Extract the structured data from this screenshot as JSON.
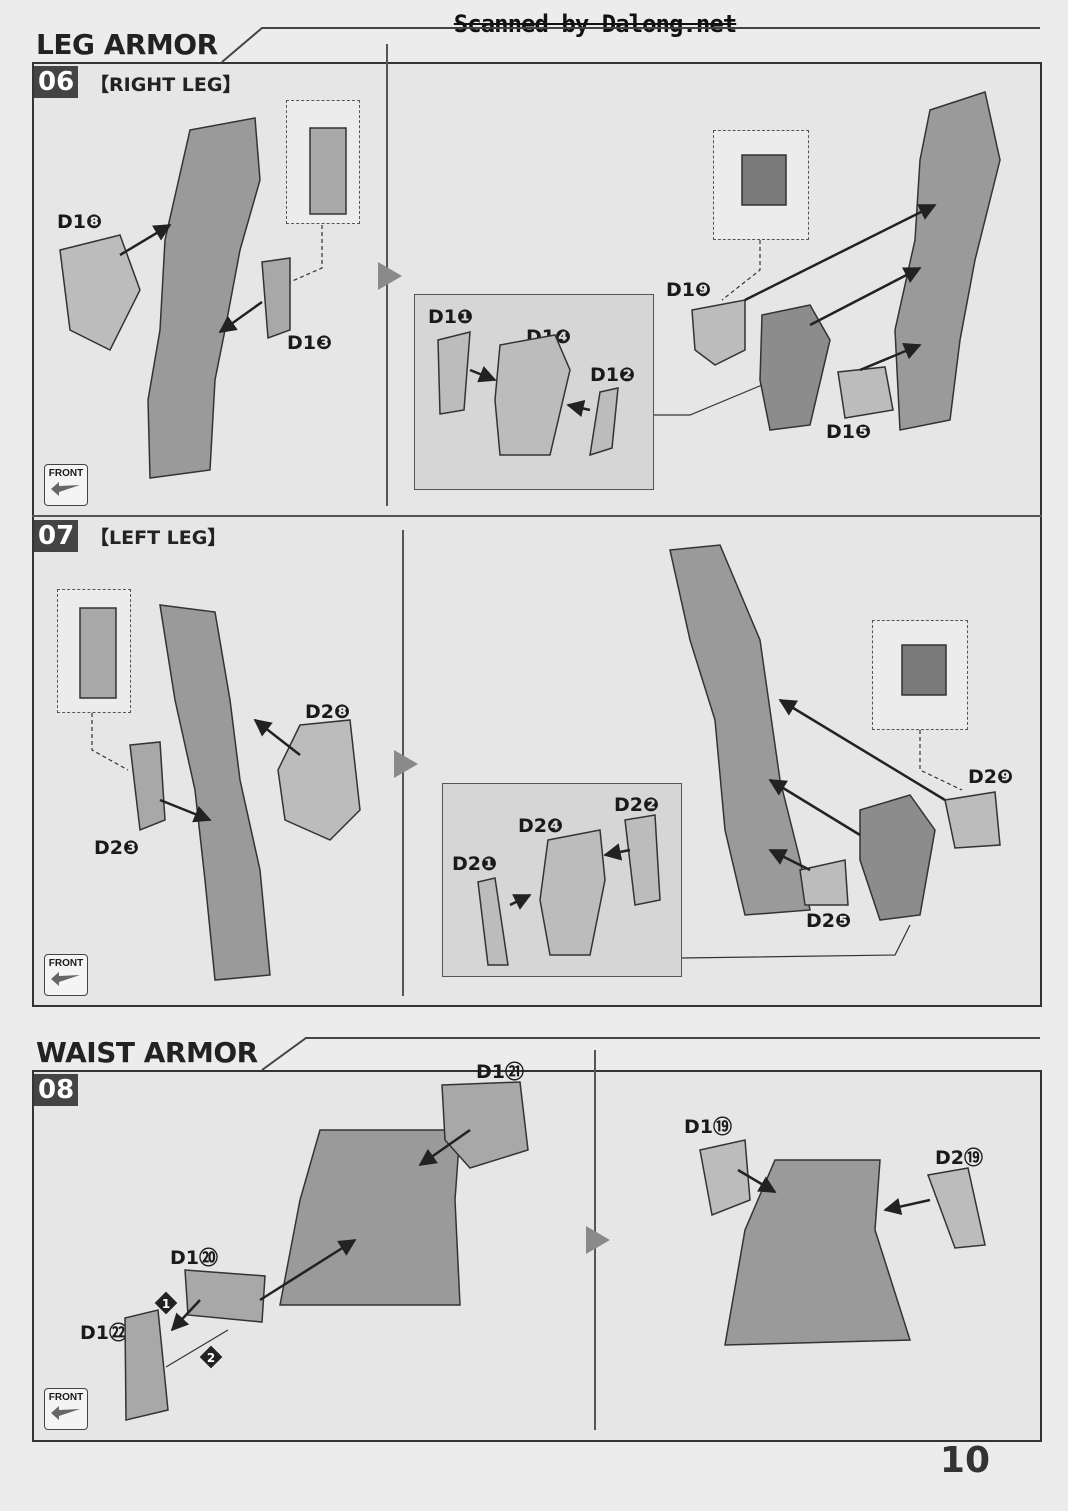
{
  "watermark": "Scanned by Dalong.net",
  "page_number": "10",
  "sections": {
    "leg_armor": {
      "title": "LEG ARMOR"
    },
    "waist_armor": {
      "title": "WAIST ARMOR"
    }
  },
  "steps": {
    "s06": {
      "number": "06",
      "label": "【RIGHT LEG】"
    },
    "s07": {
      "number": "07",
      "label": "【LEFT LEG】"
    },
    "s08": {
      "number": "08"
    }
  },
  "front_label": "FRONT",
  "parts": {
    "s06": [
      "D1❽",
      "D1❸",
      "D1❾",
      "D1❶",
      "D1❹",
      "D1❷",
      "D1❺"
    ],
    "s07": [
      "D2❽",
      "D2❸",
      "D2❾",
      "D2❷",
      "D2❹",
      "D2❶",
      "D2❺"
    ],
    "s08": [
      "D1㉑",
      "D1⑳",
      "D1㉒",
      "D1⑲",
      "D2⑲"
    ]
  },
  "order_marks": [
    "1",
    "2"
  ],
  "colors": {
    "panel_border": "#333333",
    "badge_bg": "#444444",
    "part_fill": "#9a9a9a",
    "inset_bg": "#d6d6d6"
  }
}
